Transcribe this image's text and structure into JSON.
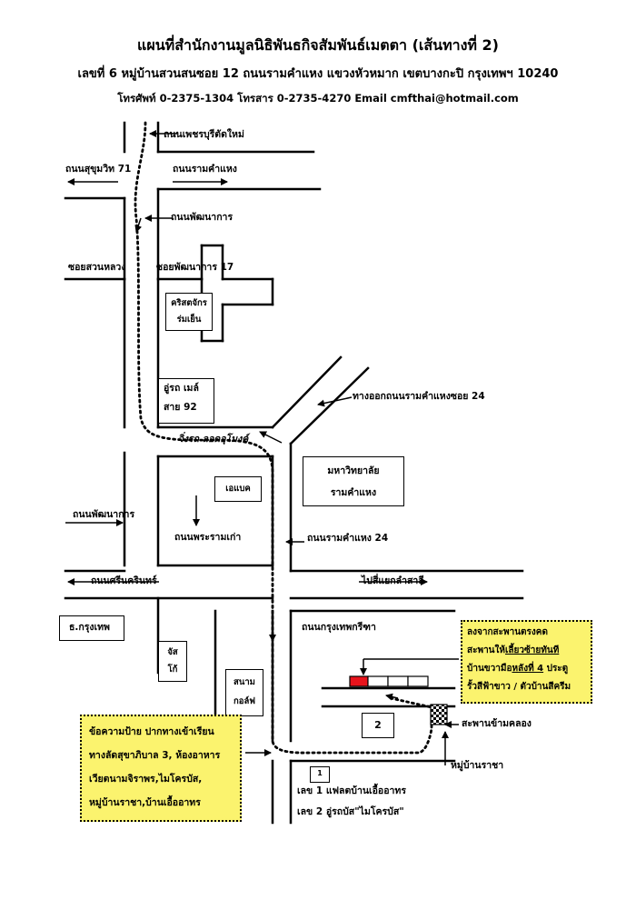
{
  "header": {
    "title": "แผนที่สำนักงานมูลนิธิพันธกิจสัมพันธ์เมตตา  (เส้นทางที่ 2)",
    "address": "เลขที่ 6 หมู่บ้านสวนสนซอย 12 ถนนรามคำแหง แขวงหัวหมาก เขตบางกะปิ กรุงเทพฯ 10240",
    "contact": "โทรศัพท์  0-2375-1304   โทรสาร  0-2735-4270  Email cmfthai@hotmail.com"
  },
  "labels": {
    "phetchaburi": "ถนนเพชรบุรีตัดใหม่",
    "sukhumvit71": "ถนนสุขุมวิท 71",
    "ramkhamhaeng": "ถนนรามคำแหง",
    "phatthanakan_top": "ถนนพัฒนาการ",
    "soi_suanluang": "ซอยสวนหลวง",
    "soi_phatthanakan17": "ซอยพัฒนาการ 17",
    "exit_ram24": "ทางออกถนนรามคำแหงซอย 24",
    "roundabout": "วิ่งรถ ลอดอุโมงค์",
    "phatthanakan_mid": "ถนนพัฒนาการ",
    "phra_ram_kao": "ถนนพระรามเก่า",
    "ram24": "ถนนรามคำแหง 24",
    "srinakarin": "ถนนศรีนครินทร์",
    "to_lamsali": "ไปสี่แยกลำสาลี",
    "krungthep_kritha": "ถนนกรุงเทพกรีฑา",
    "bridge_canal": "สะพานข้ามคลอง",
    "mooban_racha": "หมู่บ้านราชา",
    "legend1": "เลข 1 แฟลตบ้านเอื้ออาทร",
    "legend2": "เลข  2 อู่รถบัส\"ไมโครบัส\""
  },
  "boxes": {
    "church": [
      "คริสตจักร",
      "ร่มเย็น"
    ],
    "bus_depot": [
      "อู่รถ เมล์",
      "สาย 92"
    ],
    "abac": "เอแบค",
    "ramkhamhaeng_univ": [
      "มหาวิทยาลัย",
      "รามคำแหง"
    ],
    "bangkok_bank": "ธ.กรุงเทพ",
    "jusco": [
      "จัส",
      "โก้"
    ],
    "golf": [
      "สนาม",
      "กอล์ฟ"
    ],
    "num1": "1",
    "num2": "2"
  },
  "notes": {
    "right": {
      "line1": "ลงจากสะพานตรงคด",
      "line2_pre": "สะพานให้",
      "line2_u": "เลี้ยวซ้ายทันที",
      "line3_pre": "บ้านขวามือ",
      "line3_u": "หลังที่ 4",
      "line3_post": " ประตู",
      "line4": "รั้วสีฟ้าขาว / ตัวบ้านสีครีม"
    },
    "left": {
      "line1": "ข้อความป้าย ปากทางเข้าเรียน",
      "line2": "ทางลัดสุขาภิบาล 3, ห้องอาหาร",
      "line3": "เวียตนามจิราพร,ไมโครบัส,",
      "line4": "หมู่บ้านราชา,บ้านเอื้ออาทร"
    }
  },
  "colors": {
    "note_bg": "#fbf36e",
    "destination": "#e8141c"
  }
}
